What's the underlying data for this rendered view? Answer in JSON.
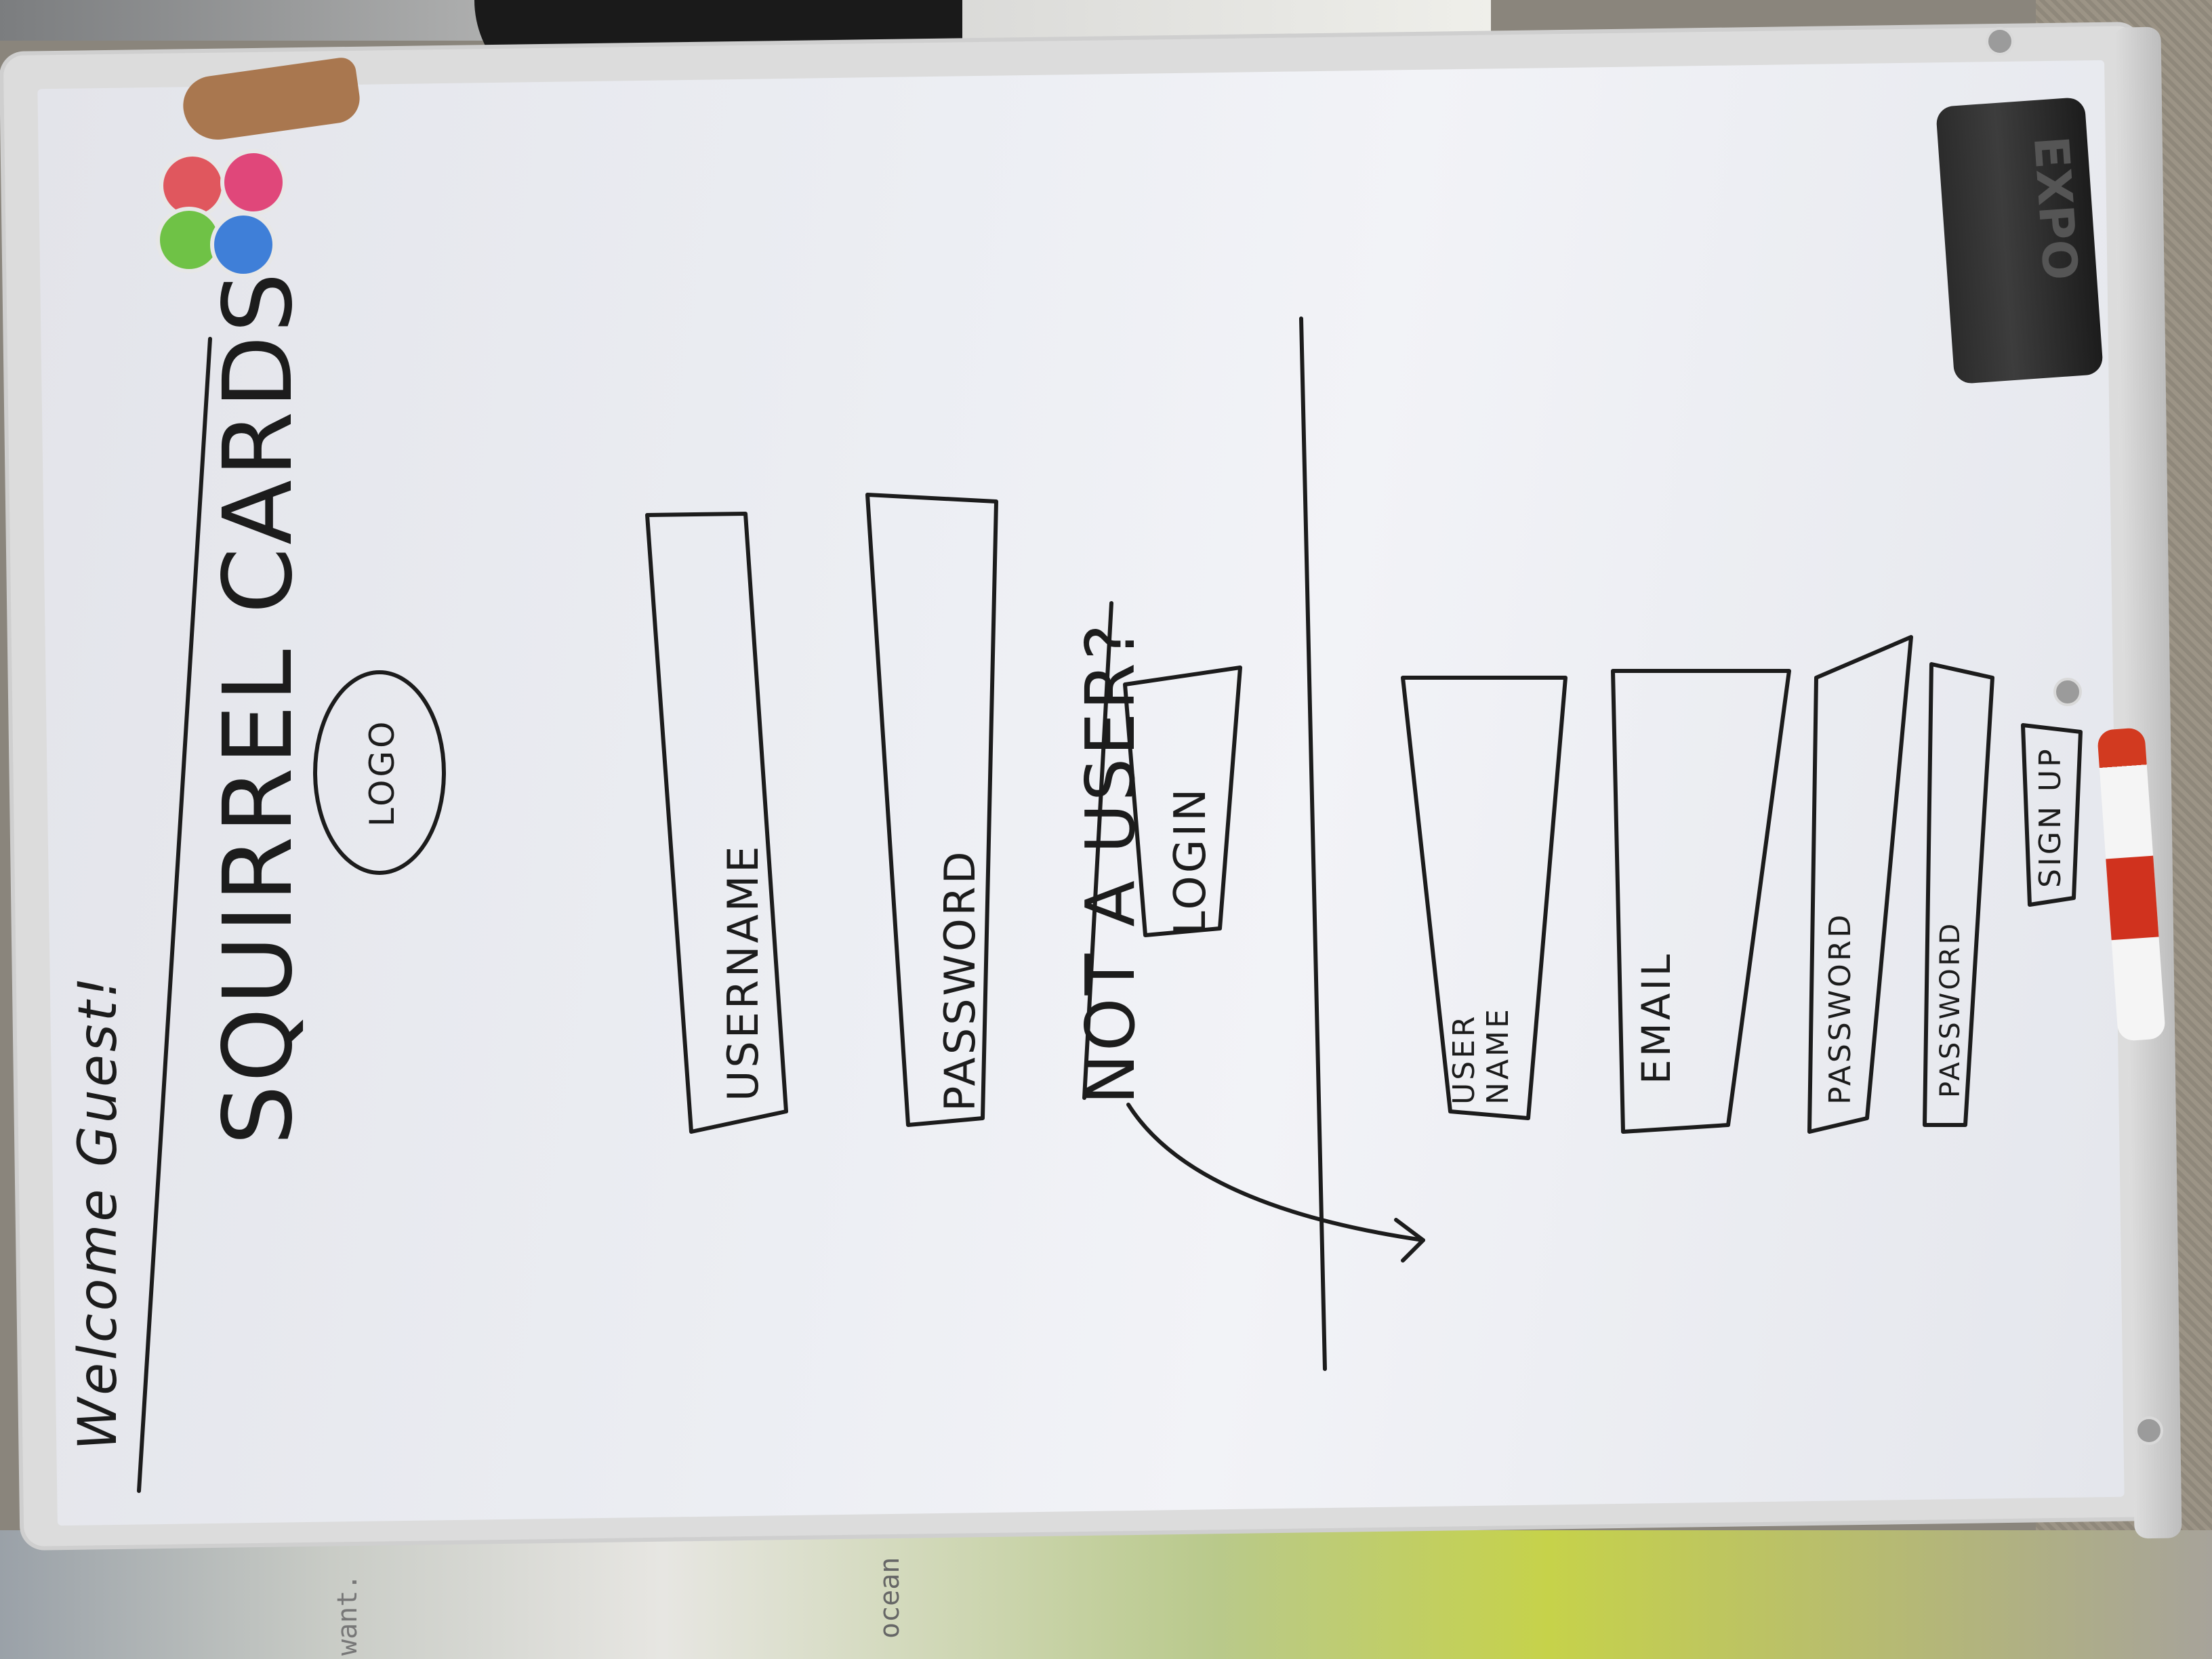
{
  "whiteboard": {
    "greeting": "Welcome Guest!",
    "app_title": "SQUIRREL CARDS",
    "logo_label": "LOGO",
    "login_form": {
      "username_label": "USERNAME",
      "password_label": "PASSWORD",
      "login_button_label": "LOGIN"
    },
    "signup_prompt": "NOT A USER?",
    "signup_form": {
      "username_label_line1": "USER",
      "username_label_line2": "NAME",
      "email_label": "EMAIL",
      "password_label": "PASSWORD",
      "confirm_password_label": "PASSWORD",
      "signup_button_label": "SIGN UP"
    }
  },
  "surroundings": {
    "eraser_brand": "EXPO",
    "background_sign": "ocean",
    "background_note": "want."
  },
  "colors": {
    "ink": "#1c1c1c",
    "board": "#eceef3",
    "magnet_red": "#e0575e",
    "magnet_pink": "#e0477a",
    "magnet_green": "#6fc246",
    "magnet_blue": "#3f7fd8",
    "marker_red": "#d0321e"
  }
}
